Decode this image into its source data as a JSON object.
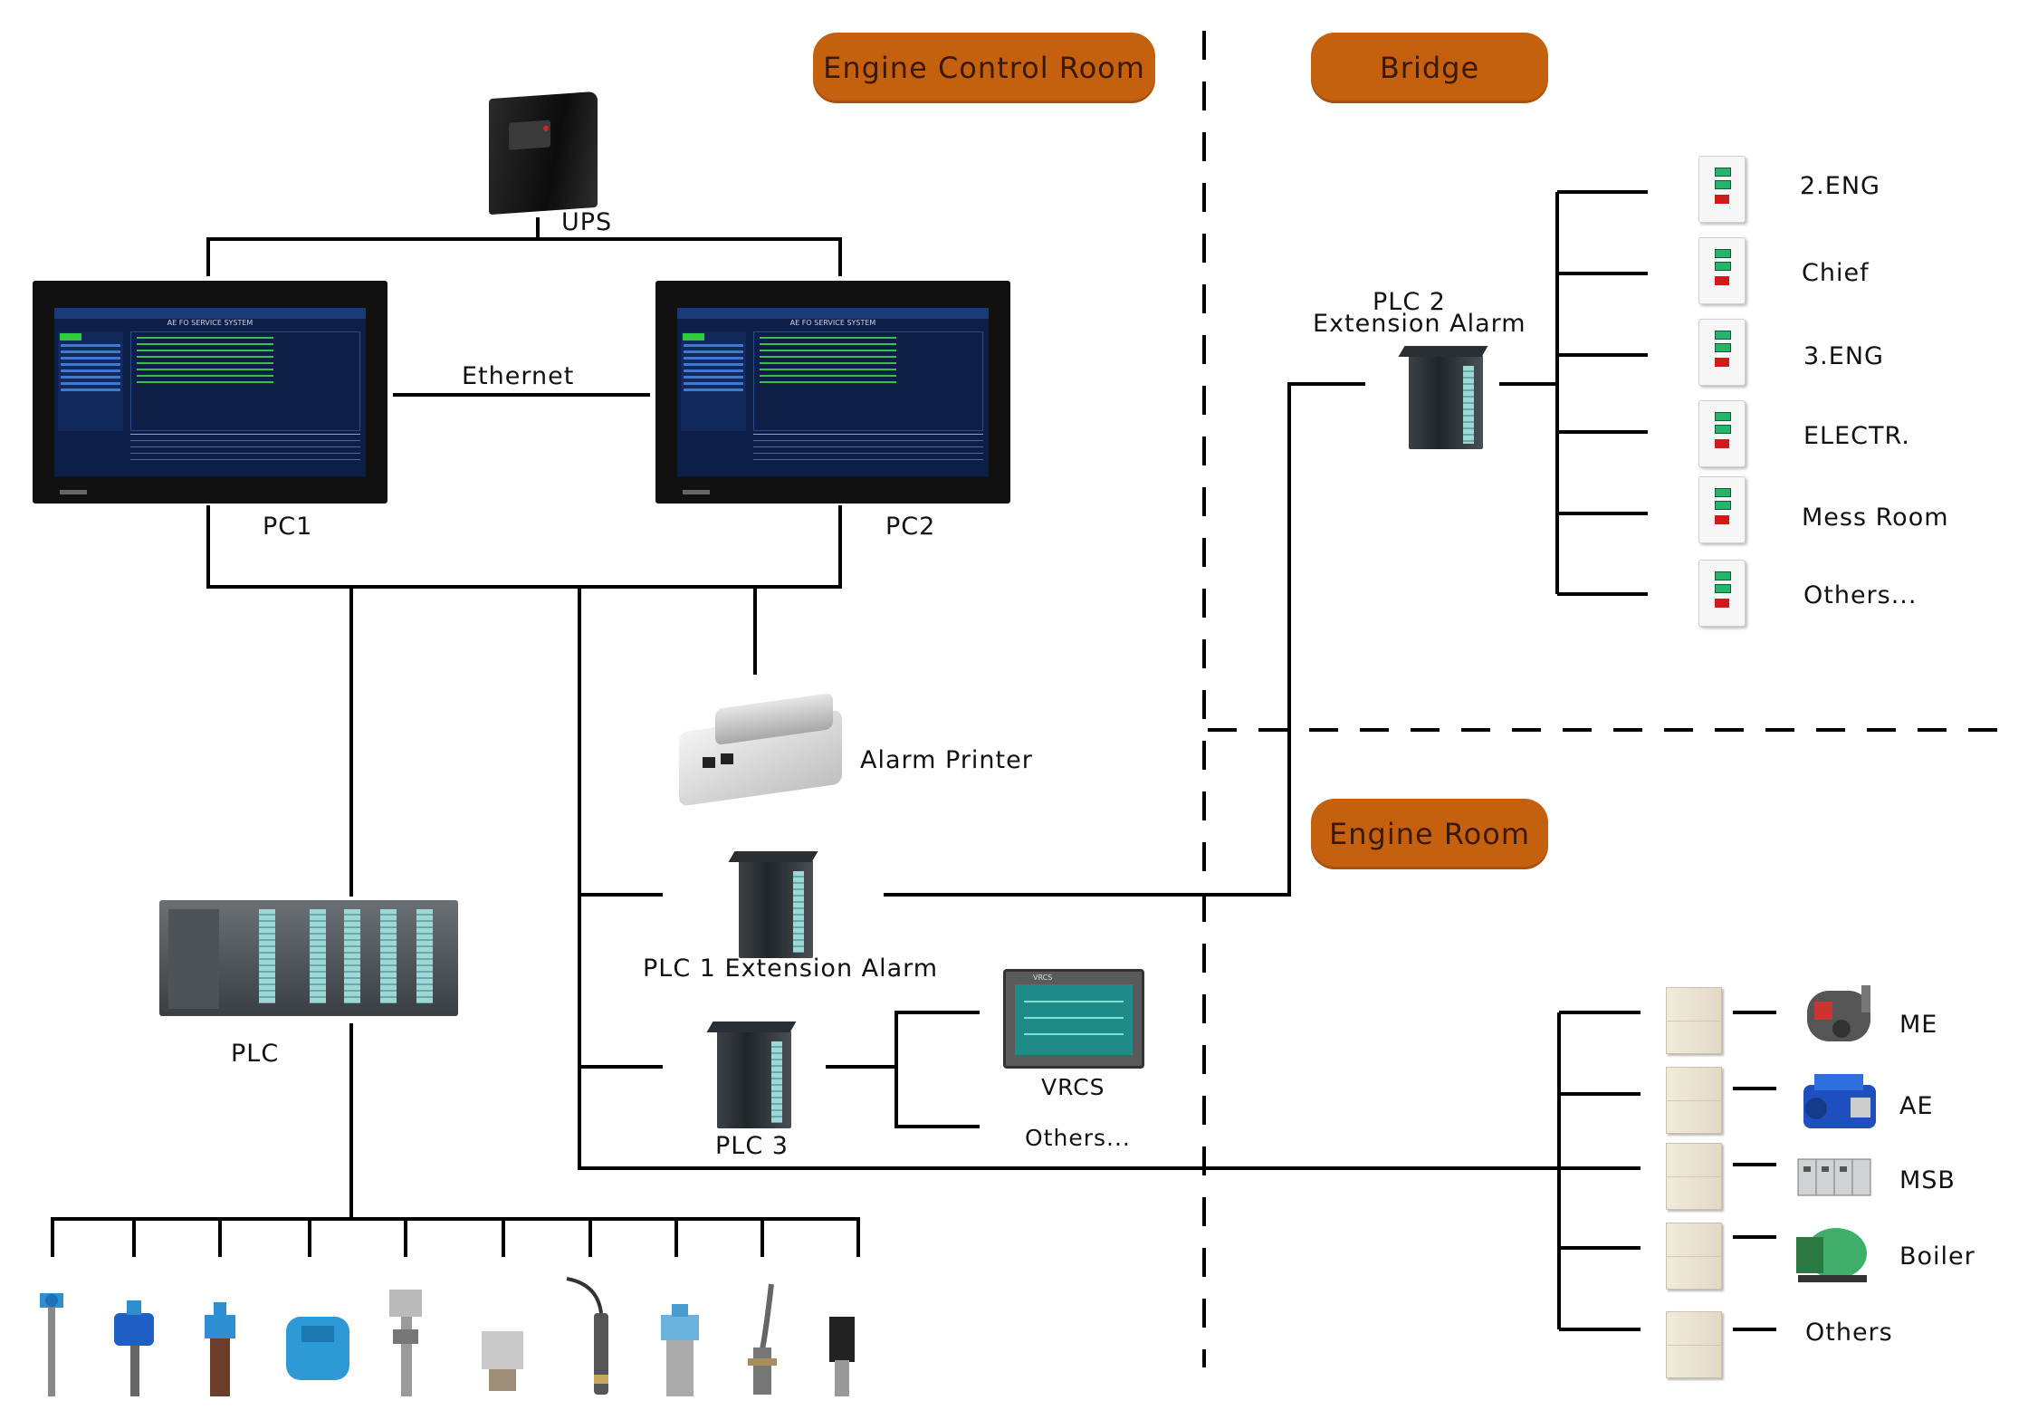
{
  "zones": {
    "engine_control_room": "Engine Control Room",
    "bridge": "Bridge",
    "engine_room": "Engine Room"
  },
  "devices": {
    "ups": "UPS",
    "pc1": "PC1",
    "pc2": "PC2",
    "ethernet": "Ethernet",
    "alarm_printer": "Alarm Printer",
    "plc": "PLC",
    "plc1": "PLC 1 Extension Alarm",
    "plc2_line1": "PLC 2",
    "plc2_line2": "Extension  Alarm",
    "plc3": "PLC 3",
    "vrcs": "VRCS",
    "vrcs_others": "Others...",
    "screen_title": "AE FO SERVICE SYSTEM"
  },
  "bridge_panels": [
    "2.ENG",
    "Chief",
    "3.ENG",
    "ELECTR.",
    "Mess Room",
    "Others..."
  ],
  "engine_room_equipment": [
    "ME",
    "AE",
    "MSB",
    "Boiler",
    "Others"
  ],
  "colors": {
    "zone_fill": "#c5600f",
    "line": "#000000",
    "panel_green": "#27b36a",
    "panel_red": "#d11a1a"
  },
  "icons": {
    "ups": "ups-icon",
    "pc": "monitor-icon",
    "printer": "printer-icon",
    "plc": "plc-rack-icon",
    "plc_module": "plc-module-icon",
    "hmi": "touch-panel-icon",
    "panel": "alarm-panel-icon",
    "cabinet": "cabinet-icon",
    "sensor": "sensor-icon"
  }
}
